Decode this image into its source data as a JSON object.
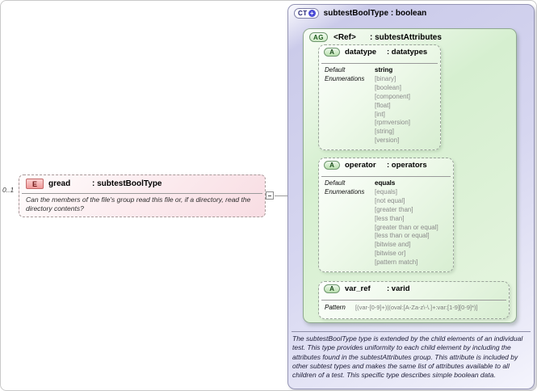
{
  "diagram": {
    "element": {
      "cardinality": "0..1",
      "badge": "E",
      "name": "gread",
      "type": ": subtestBoolType",
      "description": "Can the members of the file's group read this file or, if a directory, read the directory contents?"
    },
    "complex_type": {
      "badge": "CT",
      "title": "subtestBoolType : boolean",
      "annotation": "The subtestBoolType type is extended by the child elements of an individual test.  This type provides uniformity to each child element by including the attributes found in the subtestAttributes group.  This attribute is included by other subtest types and makes the same list of attributes available to all children of a test.  This specific type describes simple boolean data."
    },
    "attribute_group": {
      "badge": "AG",
      "name": "<Ref>",
      "type": ": subtestAttributes"
    },
    "attributes": [
      {
        "badge": "A",
        "name": "datatype",
        "type": ": datatypes",
        "default_label": "Default",
        "default_value": "string",
        "enumerations_label": "Enumerations",
        "enumerations": [
          "[binary]",
          "[boolean]",
          "[component]",
          "[float]",
          "[int]",
          "[rpmversion]",
          "[string]",
          "[version]"
        ]
      },
      {
        "badge": "A",
        "name": "operator",
        "type": ": operators",
        "default_label": "Default",
        "default_value": "equals",
        "enumerations_label": "Enumerations",
        "enumerations": [
          "[equals]",
          "[not equal]",
          "[greater than]",
          "[less than]",
          "[greater than or equal]",
          "[less than or equal]",
          "[bitwise and]",
          "[bitwise or]",
          "[pattern match]"
        ]
      },
      {
        "badge": "A",
        "name": "var_ref",
        "type": ": varid",
        "pattern_label": "Pattern",
        "pattern_value": "[(var-[0-9]+)|(oval:[A-Za-z\\-\\.]+:var:[1-9][0-9]*)]"
      }
    ],
    "icons": {
      "extension_plus": "+"
    },
    "colors": {
      "complex_type_fill": "#d6d6f0",
      "attribute_group_fill": "#def2d8",
      "attribute_fill": "#e4f4de",
      "element_fill": "#f8dde3",
      "connector": "#9a9a9a"
    }
  }
}
